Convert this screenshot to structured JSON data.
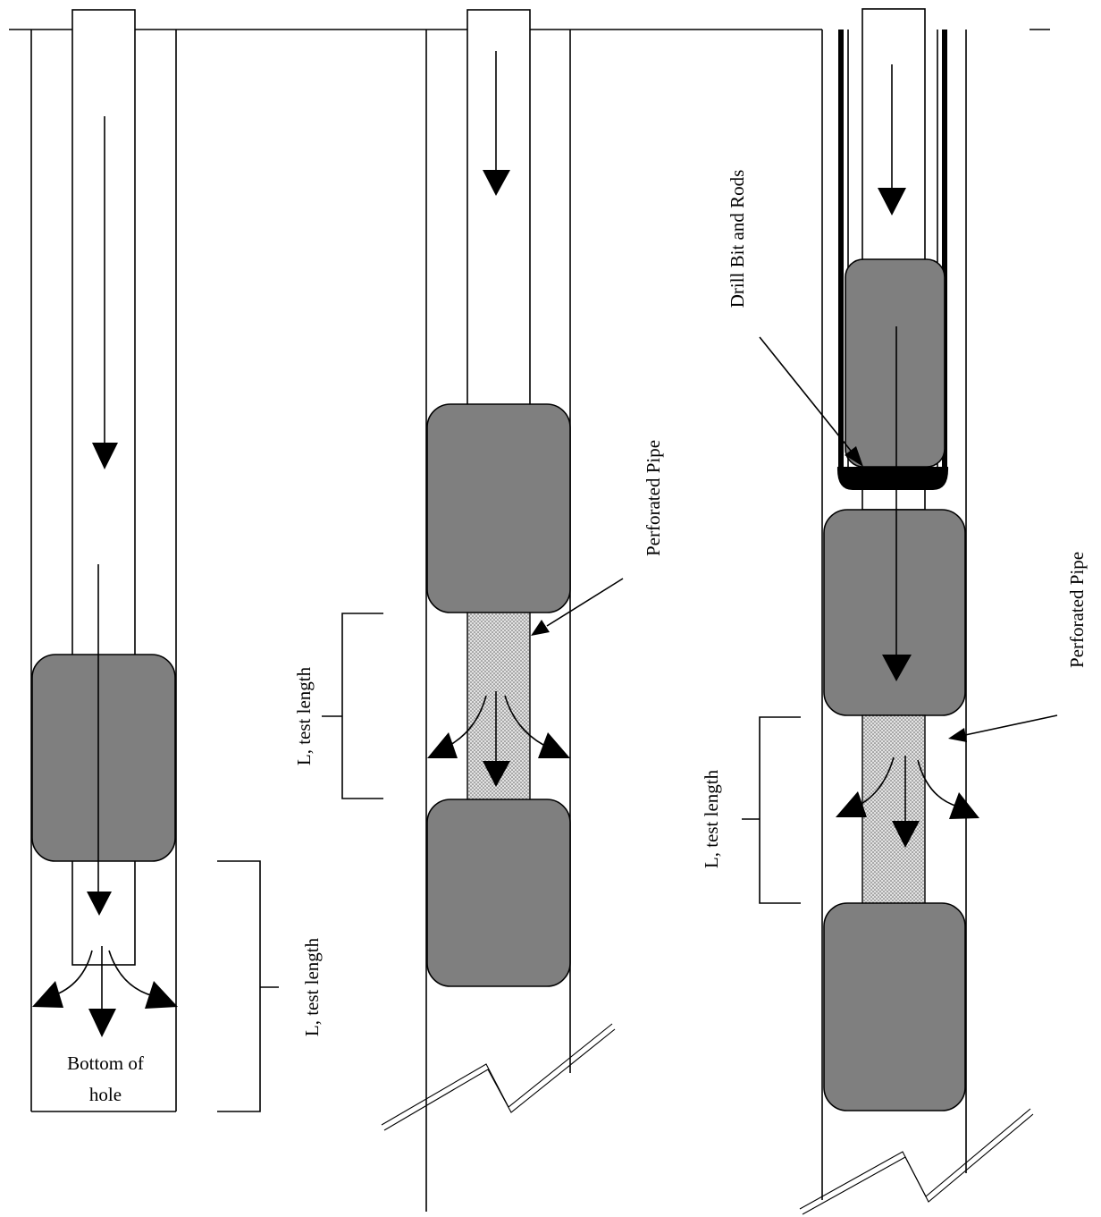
{
  "colors": {
    "packer": "#7f7f7f",
    "line": "#000000",
    "background": "#ffffff"
  },
  "panels": [
    {
      "bottom_label_line1": "Bottom of",
      "bottom_label_line2": "hole",
      "test_length_label": "L, test length"
    },
    {
      "pipe_label": "Perforated Pipe",
      "test_length_label": "L, test length"
    },
    {
      "drill_label": "Drill Bit and Rods",
      "pipe_label": "Perforated Pipe",
      "test_length_label": "L, test length"
    }
  ]
}
